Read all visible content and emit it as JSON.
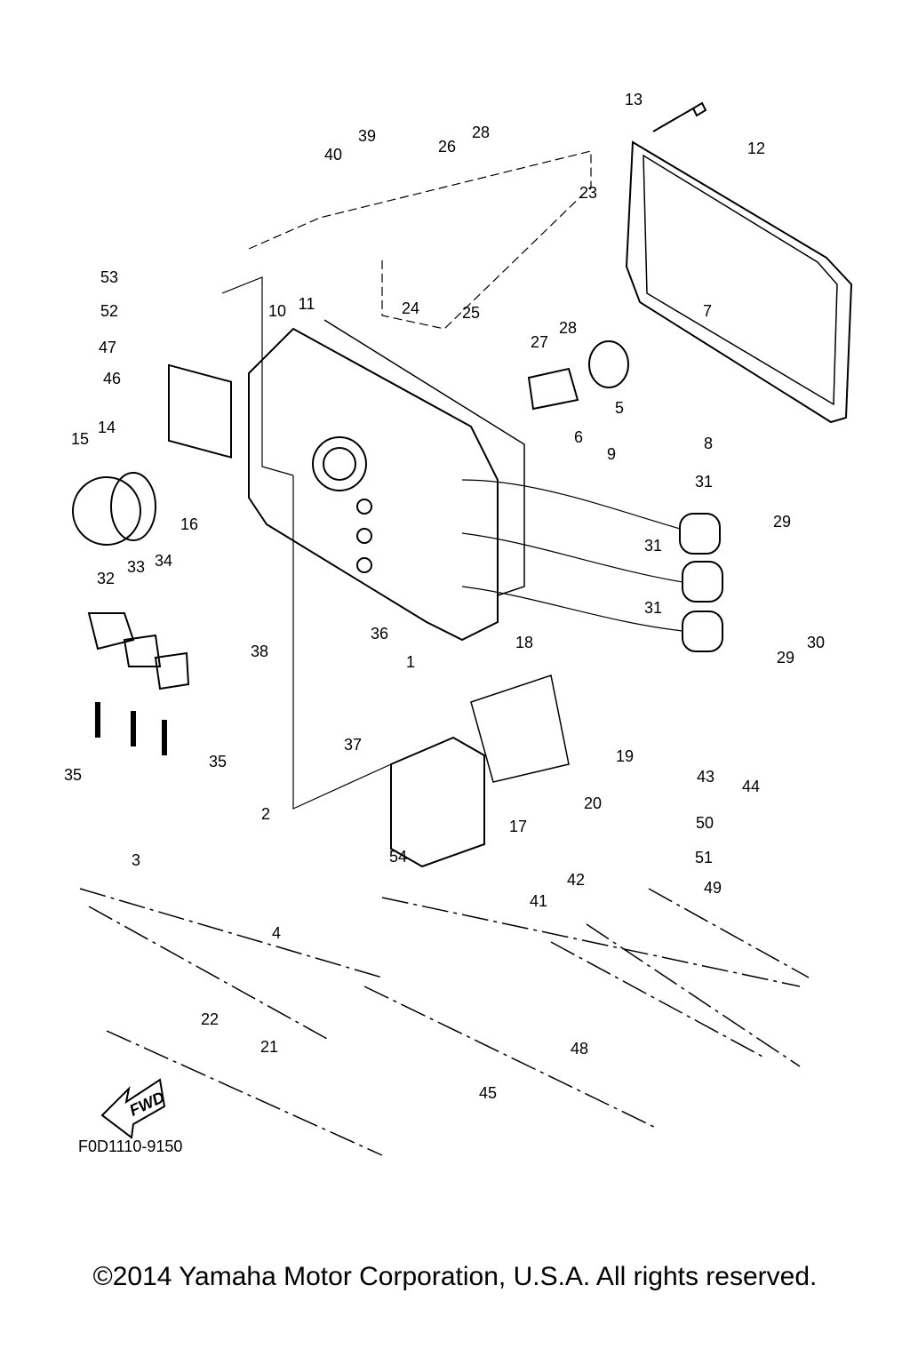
{
  "callouts": [
    "13",
    "12",
    "39",
    "40",
    "26",
    "28",
    "23",
    "53",
    "52",
    "10",
    "11",
    "24",
    "25",
    "27",
    "28",
    "7",
    "47",
    "46",
    "5",
    "6",
    "15",
    "14",
    "9",
    "8",
    "16",
    "31",
    "29",
    "31",
    "32",
    "33",
    "34",
    "31",
    "30",
    "29",
    "38",
    "36",
    "18",
    "1",
    "37",
    "35",
    "35",
    "19",
    "43",
    "44",
    "20",
    "2",
    "17",
    "50",
    "51",
    "3",
    "54",
    "42",
    "49",
    "41",
    "4",
    "48",
    "22",
    "21",
    "45"
  ],
  "fwd_label": "FWD",
  "diagram_code": "F0D1110-9150",
  "copyright": "©2014 Yamaha Motor Corporation, U.S.A. All rights reserved."
}
